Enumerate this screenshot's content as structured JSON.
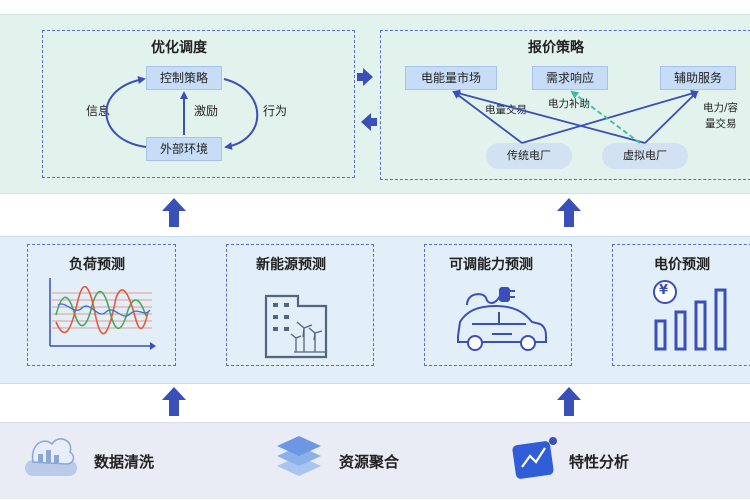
{
  "colors": {
    "arrow": "#3b4fb8",
    "dash_border": "#5a6ec7",
    "node_fill": "#c6dcf7",
    "teal_arrow": "#3fb8a6",
    "grid_red": "#e39a8f"
  },
  "optimize": {
    "title": "优化调度",
    "control": "控制策略",
    "environment": "外部环境",
    "info": "信息",
    "incentive": "激励",
    "action": "行为"
  },
  "bidding": {
    "title": "报价策略",
    "energy_market": "电能量市场",
    "demand_response": "需求响应",
    "ancillary": "辅助服务",
    "traditional_plant": "传统电厂",
    "virtual_plant": "虚拟电厂",
    "energy_trade": "电量交易",
    "power_subsidy": "电力补助",
    "capacity_line1": "电力/容",
    "capacity_line2": "量交易"
  },
  "forecasts": {
    "load": "负荷预测",
    "new_energy": "新能源预测",
    "adjustable": "可调能力预测",
    "price": "电价预测",
    "price_symbol": "¥"
  },
  "foundation": {
    "cleaning": "数据清洗",
    "aggregation": "资源聚合",
    "analysis": "特性分析"
  }
}
